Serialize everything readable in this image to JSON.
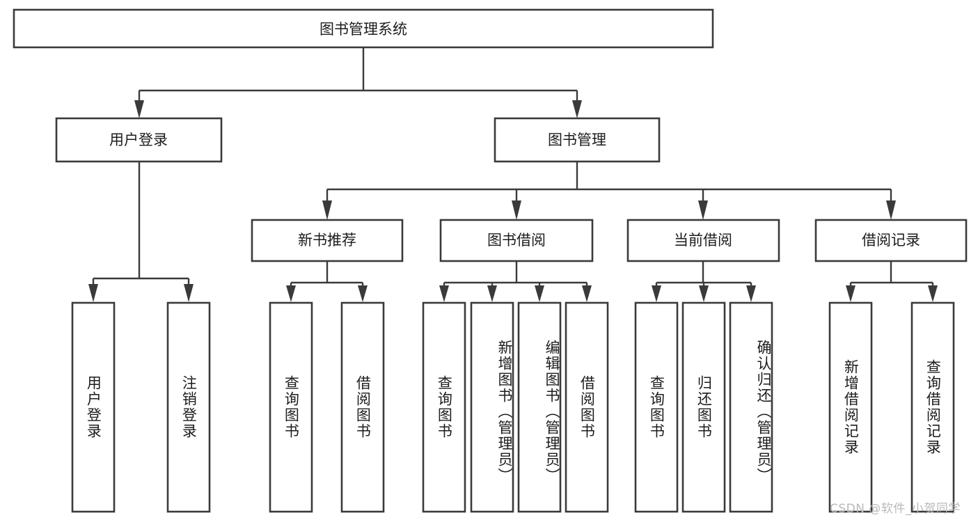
{
  "diagram": {
    "type": "tree",
    "title": "图书管理系统",
    "watermark": "CSDN @软件_小贺同学",
    "nodes": {
      "root": {
        "label": "图书管理系统"
      },
      "level2": [
        {
          "label": "用户登录"
        },
        {
          "label": "图书管理"
        }
      ],
      "level3": [
        {
          "label": "新书推荐"
        },
        {
          "label": "图书借阅"
        },
        {
          "label": "当前借阅"
        },
        {
          "label": "借阅记录"
        }
      ],
      "leaves": {
        "user_login": [
          {
            "label": "用户登录"
          },
          {
            "label": "注销登录"
          }
        ],
        "new_book": [
          {
            "label": "查询图书"
          },
          {
            "label": "借阅图书"
          }
        ],
        "book_borrow": [
          {
            "label": "查询图书"
          },
          {
            "label": "新增图书（管理员）"
          },
          {
            "label": "编辑图书（管理员）"
          },
          {
            "label": "借阅图书"
          }
        ],
        "current_borrow": [
          {
            "label": "查询图书"
          },
          {
            "label": "归还图书"
          },
          {
            "label": "确认归还（管理员）"
          }
        ],
        "borrow_record": [
          {
            "label": "新增借阅记录"
          },
          {
            "label": "查询借阅记录"
          }
        ]
      }
    },
    "colors": {
      "stroke": "#3a3a3a",
      "fill": "#ffffff",
      "text": "#1c1c1c",
      "watermark": "#b9b9b9"
    }
  }
}
